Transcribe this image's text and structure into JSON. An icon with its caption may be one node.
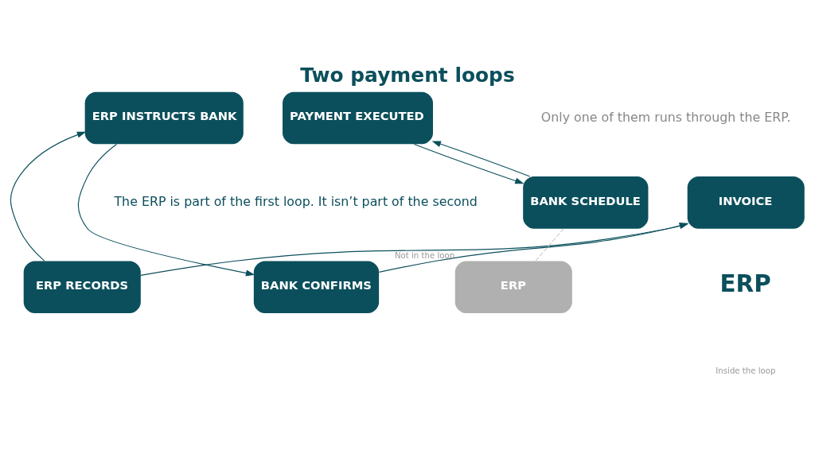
{
  "diagram": {
    "title": "Two payment loops",
    "nodes": [
      {
        "text": [
          "INVOICE"
        ]
      },
      {
        "text": [
          "BANK CONFIRMS"
        ]
      },
      {
        "text": [
          "ERP RECORDS"
        ]
      },
      {
        "text": [
          "ERP INSTRUCTS BANK"
        ]
      },
      {
        "text": [
          "BANK SCHEDULE"
        ]
      },
      {
        "text": [
          "ERP"
        ],
        "beside": [
          "Not in the loop"
        ]
      },
      {
        "text": [
          "PAYMENT EXECUTED"
        ]
      }
    ],
    "edges": [
      {
        "from": 1,
        "to": 0,
        "arrow": "to"
      },
      {
        "from": 2,
        "to": 0,
        "arrow": "to"
      },
      {
        "from": 2,
        "to": 3,
        "arrow": "to"
      },
      {
        "from": 3,
        "to": 1,
        "arrow": "to"
      },
      {
        "from": 6,
        "to": 4,
        "arrow": "to"
      },
      {
        "from": 4,
        "to": 6,
        "arrow": "to"
      },
      {
        "from": 4,
        "to": 5,
        "arrow": "none",
        "style": "dashed",
        "color": "#cccccc"
      }
    ],
    "labels": [
      "Only one of them runs through the ERP.",
      "ERP",
      "Inside the loop",
      "The ERP is part of the first loop. It isn’t part of the second"
    ]
  }
}
